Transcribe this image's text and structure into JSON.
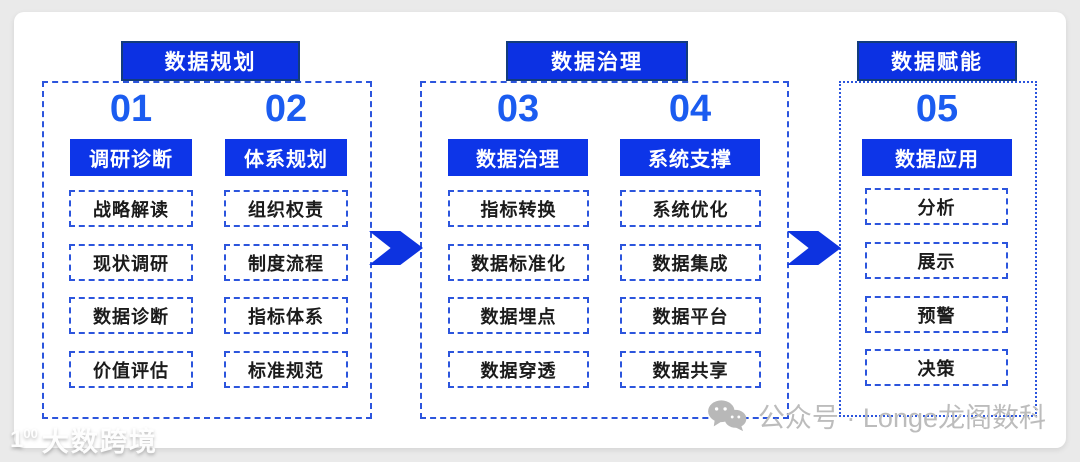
{
  "diagram": {
    "sections": [
      {
        "title": "数据规划",
        "columns": [
          {
            "number": "01",
            "header": "调研诊断",
            "items": [
              "战略解读",
              "现状调研",
              "数据诊断",
              "价值评估"
            ]
          },
          {
            "number": "02",
            "header": "体系规划",
            "items": [
              "组织权责",
              "制度流程",
              "指标体系",
              "标准规范"
            ]
          }
        ]
      },
      {
        "title": "数据治理",
        "columns": [
          {
            "number": "03",
            "header": "数据治理",
            "items": [
              "指标转换",
              "数据标准化",
              "数据埋点",
              "数据穿透"
            ]
          },
          {
            "number": "04",
            "header": "系统支撑",
            "items": [
              "系统优化",
              "数据集成",
              "数据平台",
              "数据共享"
            ]
          }
        ]
      },
      {
        "title": "数据赋能",
        "columns": [
          {
            "number": "05",
            "header": "数据应用",
            "items": [
              "分析",
              "展示",
              "预警",
              "决策"
            ]
          }
        ]
      }
    ],
    "colors": {
      "primary_blue": "#0c31e3",
      "header_border_navy": "#123c7d",
      "number_blue": "#1b5cf0",
      "dashed_border_blue": "#2c55dd",
      "item_text": "#1b1b1b",
      "watermark_gray": "#bcbcbc"
    }
  },
  "watermarks": {
    "bottom_left": {
      "logo": "1",
      "logo_sup": "00",
      "text": "大数跨境"
    },
    "bottom_right": {
      "icon": "wechat-icon",
      "text": "公众号 · Longe龙阁数科"
    }
  }
}
